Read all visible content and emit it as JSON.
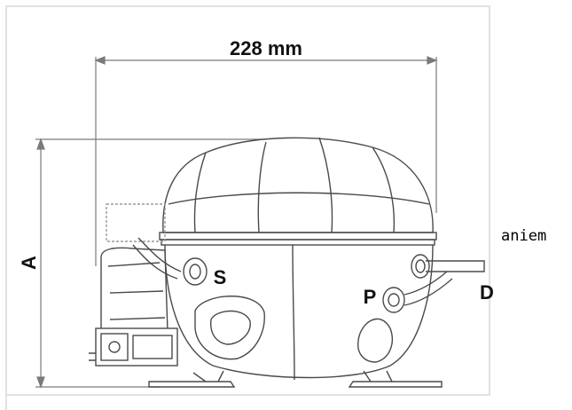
{
  "diagram": {
    "width_label": "228 mm",
    "height_label": "A",
    "port_labels": {
      "suction": "S",
      "process": "P",
      "discharge": "D"
    }
  },
  "side_text": "aniem",
  "colors": {
    "ink": "#111111",
    "line": "#4a4a4a",
    "dimension": "#7a7a7a",
    "frame": "#d8d8d8",
    "background": "#ffffff"
  }
}
